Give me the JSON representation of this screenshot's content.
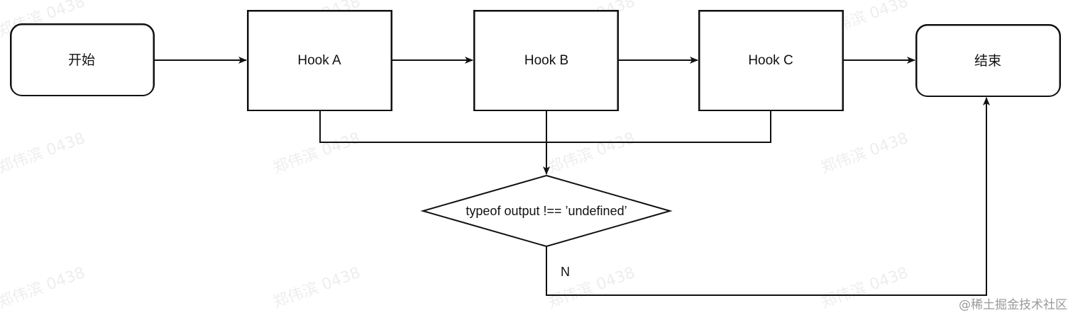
{
  "nodes": {
    "start": {
      "label": "开始"
    },
    "hook_a": {
      "label": "Hook A"
    },
    "hook_b": {
      "label": "Hook B"
    },
    "hook_c": {
      "label": "Hook C"
    },
    "end": {
      "label": "结束"
    },
    "condition": {
      "label": "typeof output !== ’undefined’"
    }
  },
  "edges": {
    "no_label": "N"
  },
  "watermark": {
    "text": "郑伟滨 0438"
  },
  "footer": {
    "source": "@稀土掘金技术社区"
  }
}
